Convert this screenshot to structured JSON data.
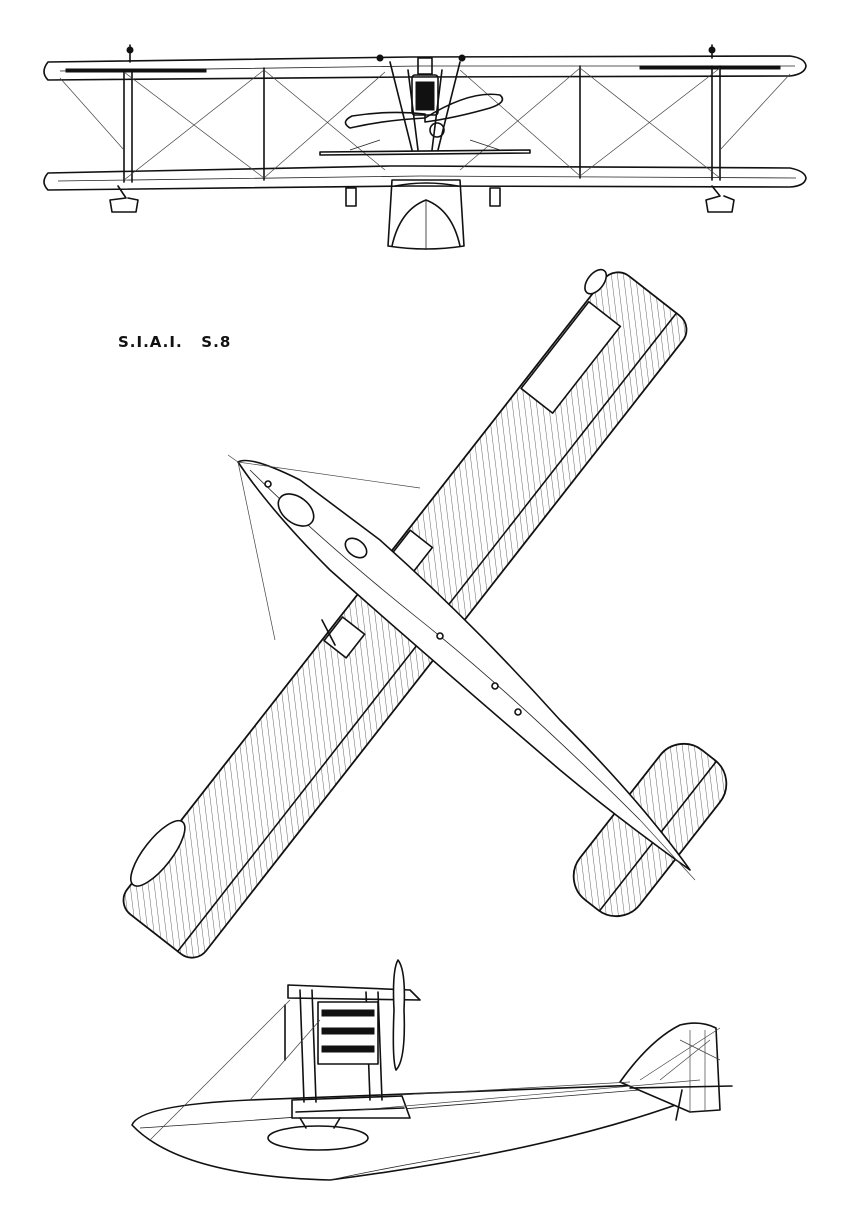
{
  "drawing": {
    "title": "S.I.A.I.   S.8",
    "views": {
      "front": "front-view",
      "plan": "plan-view",
      "side": "side-view"
    },
    "colors": {
      "ink": "#111111",
      "paper": "#ffffff"
    }
  }
}
